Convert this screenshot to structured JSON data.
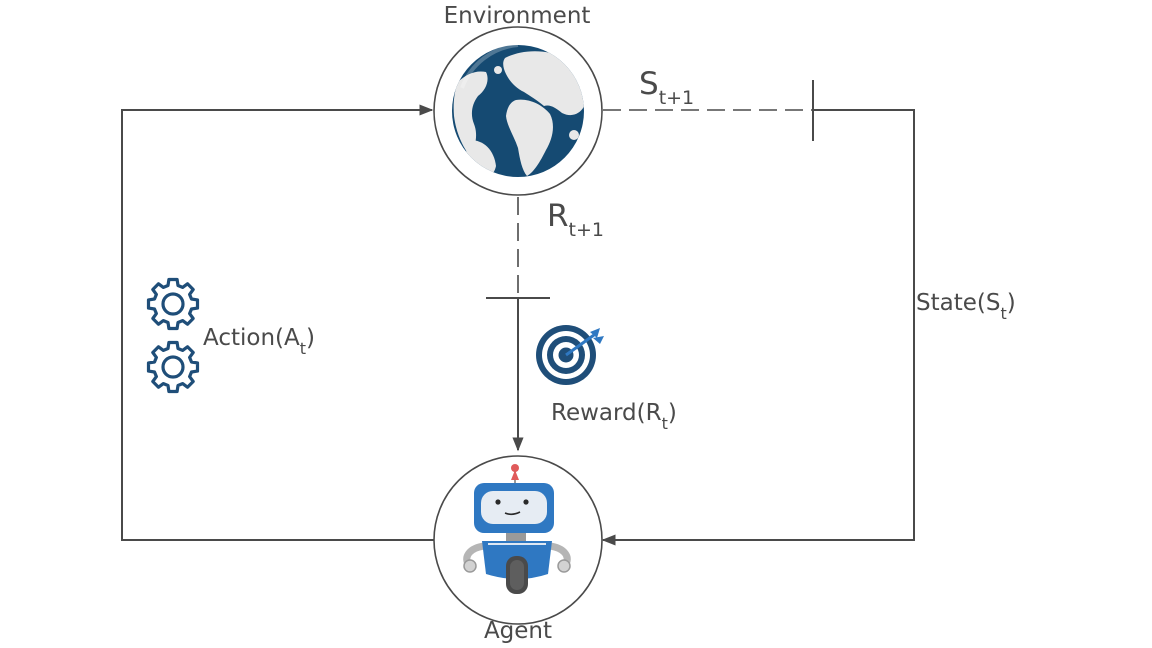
{
  "nodes": {
    "environment": {
      "label": "Environment"
    },
    "agent": {
      "label": "Agent"
    }
  },
  "edges": {
    "action": {
      "label": "Action(A",
      "sub": "t",
      "close": ")"
    },
    "state": {
      "label": "State(S",
      "sub": "t",
      "close": ")"
    },
    "reward": {
      "label": "Reward(R",
      "sub": "t",
      "close": ")"
    },
    "next_state": {
      "label": "S",
      "sub": "t+1"
    },
    "next_reward": {
      "label": "R",
      "sub": "t+1"
    }
  },
  "icons": {
    "globe": "globe-icon",
    "robot": "robot-icon",
    "gear": "gear-icon",
    "target": "target-icon"
  },
  "colors": {
    "line": "#4a4a4a",
    "navy": "#1f4e79",
    "ocean": "#154a72",
    "land": "#e6e6e6",
    "robot_blue": "#2f78c2",
    "robot_light": "#dfe8f3",
    "antenna": "#e05a5a",
    "dart": "#2f78c2"
  }
}
